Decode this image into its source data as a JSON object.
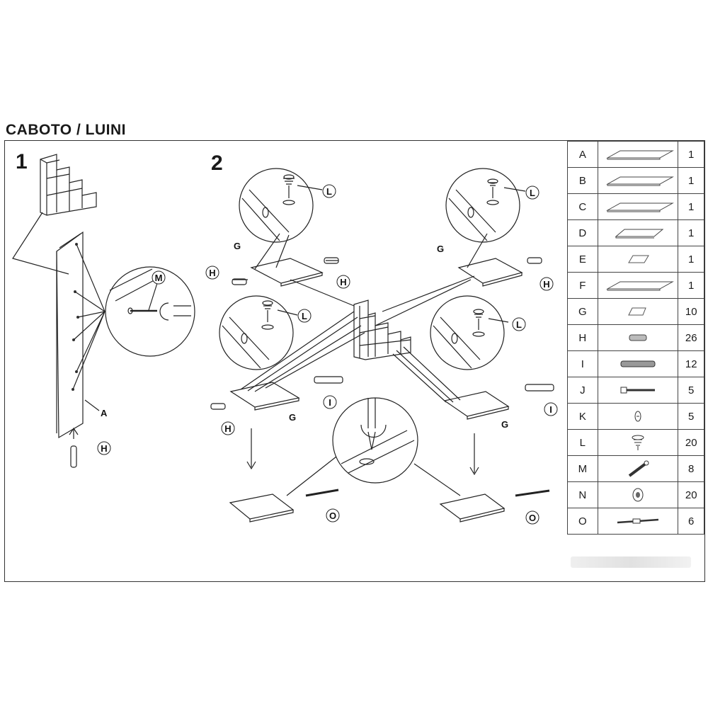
{
  "title": "CABOTO / LUINI",
  "steps": [
    "1",
    "2"
  ],
  "callouts": {
    "a": "A",
    "g": "G",
    "h": "H",
    "i": "I",
    "l": "L",
    "m": "M",
    "o": "O"
  },
  "parts": [
    {
      "letter": "A",
      "qty": "1",
      "icon": "long-panel-icon"
    },
    {
      "letter": "B",
      "qty": "1",
      "icon": "long-panel-icon"
    },
    {
      "letter": "C",
      "qty": "1",
      "icon": "long-panel-icon"
    },
    {
      "letter": "D",
      "qty": "1",
      "icon": "medium-panel-icon"
    },
    {
      "letter": "E",
      "qty": "1",
      "icon": "small-panel-icon"
    },
    {
      "letter": "F",
      "qty": "1",
      "icon": "long-panel-icon"
    },
    {
      "letter": "G",
      "qty": "10",
      "icon": "small-shelf-icon"
    },
    {
      "letter": "H",
      "qty": "26",
      "icon": "wood-dowel-icon"
    },
    {
      "letter": "I",
      "qty": "12",
      "icon": "long-dowel-icon"
    },
    {
      "letter": "J",
      "qty": "5",
      "icon": "screw-icon"
    },
    {
      "letter": "K",
      "qty": "5",
      "icon": "cam-lock-icon"
    },
    {
      "letter": "L",
      "qty": "20",
      "icon": "cam-nut-icon"
    },
    {
      "letter": "M",
      "qty": "8",
      "icon": "bolt-icon"
    },
    {
      "letter": "N",
      "qty": "20",
      "icon": "cap-icon"
    },
    {
      "letter": "O",
      "qty": "6",
      "icon": "pin-icon"
    }
  ]
}
